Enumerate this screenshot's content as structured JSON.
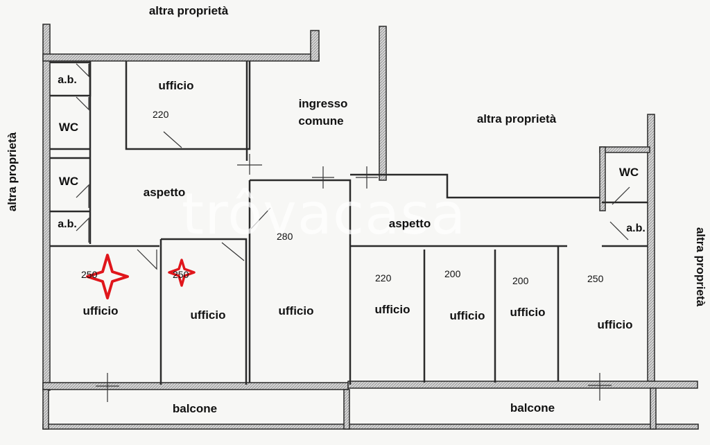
{
  "floorplan": {
    "labels": {
      "altra_top": "altra proprietà",
      "altra_right_mid": "altra proprietà",
      "altra_left": "altra proprietà",
      "altra_right": "altra proprietà",
      "ufficio_top": "ufficio",
      "ingresso": "ingresso",
      "comune": "comune",
      "ab_top_left": "a.b.",
      "wc_top_left": "WC",
      "wc_mid_left": "WC",
      "ab_mid_left": "a.b.",
      "aspetto_left": "aspetto",
      "aspetto_right": "aspetto",
      "wc_right": "WC",
      "ab_right": "a.b.",
      "ufficio_1": "ufficio",
      "ufficio_2": "ufficio",
      "ufficio_3": "ufficio",
      "ufficio_4": "ufficio",
      "ufficio_5": "ufficio",
      "ufficio_6": "ufficio",
      "ufficio_7": "ufficio",
      "balcone_left": "balcone",
      "balcone_right": "balcone"
    },
    "heights": {
      "h_top": "220",
      "h_1": "250",
      "h_2": "250",
      "h_3": "280",
      "h_4": "220",
      "h_5": "200",
      "h_6": "200",
      "h_7": "250"
    },
    "watermark": "trôvacasa",
    "colors": {
      "wall": "#2a2a2a",
      "wall_fill": "#cfcfcf",
      "marker": "#e0161b"
    }
  }
}
